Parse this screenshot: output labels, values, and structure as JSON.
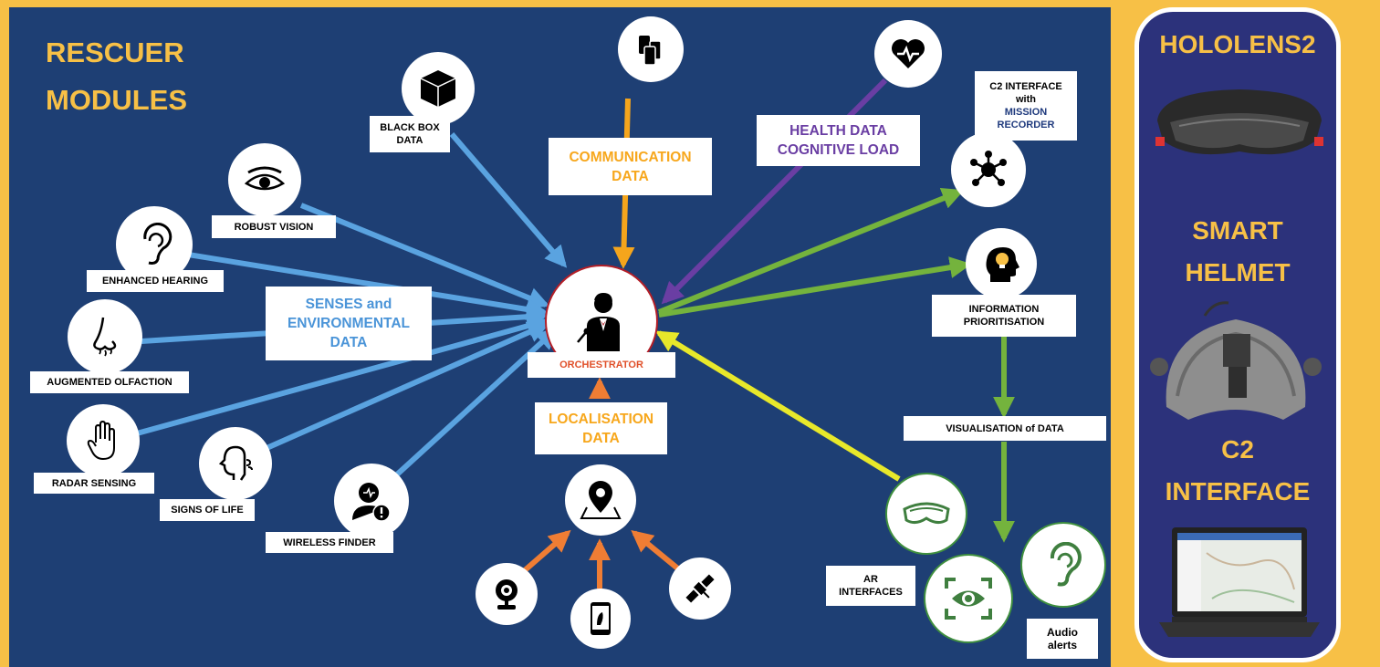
{
  "title": "RESCUER\nMODULES",
  "orchestrator": "ORCHESTRATOR",
  "labels": {
    "black_box": "BLACK BOX\nDATA",
    "communication": "COMMUNICATION\nDATA",
    "health": "HEALTH DATA\nCOGNITIVE LOAD",
    "c2_interface": "C2 INTERFACE\nwith",
    "mission_recorder": "MISSION\nRECORDER",
    "robust_vision": "ROBUST VISION",
    "enhanced_hearing": "ENHANCED HEARING",
    "senses": "SENSES and\nENVIRONMENTAL\nDATA",
    "augmented_olfaction": "AUGMENTED OLFACTION",
    "radar_sensing": "RADAR SENSING",
    "signs_of_life": "SIGNS OF LIFE",
    "wireless_finder": "WIRELESS FINDER",
    "localisation": "LOCALISATION\nDATA",
    "information_prioritisation": "INFORMATION\nPRIORITISATION",
    "visualisation": "VISUALISATION  of DATA",
    "ar_interfaces": "AR\nINTERFACES",
    "audio_alerts": "Audio\nalerts"
  },
  "side": {
    "hololens": "HOLOLENS2",
    "smart_helmet": "SMART\nHELMET",
    "c2_interface": "C2\nINTERFACE"
  },
  "colors": {
    "background": "#f7c046",
    "panel": "#1e3f74",
    "side_panel": "#2c327b",
    "blue_arrow": "#5aa3e0",
    "orange_arrow": "#f5a51c",
    "purple_arrow": "#6a3ea3",
    "green_arrow": "#74b33d",
    "yellow_arrow": "#e8e82a",
    "orange_local": "#ef7d34"
  },
  "icons": {
    "black_box": "cube-icon",
    "communication": "phones-icon",
    "health": "heart-pulse-icon",
    "c2": "network-hub-icon",
    "robust_vision": "eye-icon",
    "enhanced_hearing": "ear-icon",
    "augmented_olfaction": "nose-icon",
    "radar_sensing": "hand-icon",
    "signs_of_life": "breathing-head-icon",
    "wireless_finder": "person-alert-icon",
    "orchestrator": "conductor-icon",
    "info_prioritisation": "idea-head-icon",
    "ar": "ar-goggles-icon",
    "visual": "eye-scan-icon",
    "audio": "ear-icon",
    "map_pin": "map-pin-icon",
    "camera": "webcam-icon",
    "phone": "smartphone-icon",
    "satellite": "satellite-icon"
  }
}
